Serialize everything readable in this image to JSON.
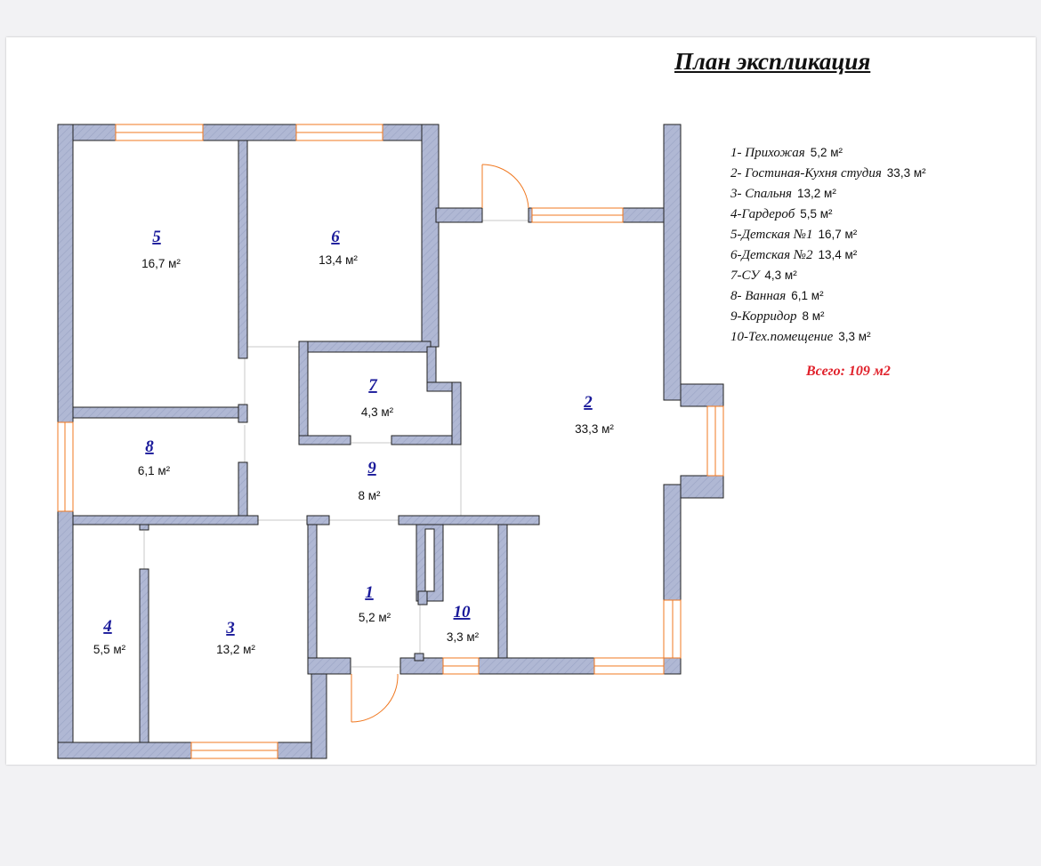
{
  "title": "План экспликация",
  "colors": {
    "wall": "#b0b8d4",
    "wall_stroke": "#222222",
    "window": "#f07820",
    "door": "#f07820",
    "room_number": "#1a1a9a",
    "total": "#e0202a"
  },
  "rooms": [
    {
      "num": "1",
      "area": "5,2 м²"
    },
    {
      "num": "2",
      "area": "33,3 м²"
    },
    {
      "num": "3",
      "area": "13,2 м²"
    },
    {
      "num": "4",
      "area": "5,5 м²"
    },
    {
      "num": "5",
      "area": "16,7 м²"
    },
    {
      "num": "6",
      "area": "13,4 м²"
    },
    {
      "num": "7",
      "area": "4,3 м²"
    },
    {
      "num": "8",
      "area": "6,1 м²"
    },
    {
      "num": "9",
      "area": "8 м²"
    },
    {
      "num": "10",
      "area": "3,3 м²"
    }
  ],
  "legend": [
    {
      "name": "1- Прихожая",
      "area": "5,2 м²"
    },
    {
      "name": "2- Гостиная-Кухня  студия",
      "area": "33,3 м²"
    },
    {
      "name": "3- Спальня",
      "area": "13,2 м²"
    },
    {
      "name": "4-Гардероб",
      "area": "5,5 м²"
    },
    {
      "name": "5-Детская №1",
      "area": "16,7 м²"
    },
    {
      "name": "6-Детская №2",
      "area": "13,4 м²"
    },
    {
      "name": "7-СУ",
      "area": "4,3 м²"
    },
    {
      "name": "8- Ванная",
      "area": "6,1 м²"
    },
    {
      "name": "9-Корридор",
      "area": "8 м²"
    },
    {
      "name": "10-Тех.помещение",
      "area": "3,3 м²"
    }
  ],
  "total": "Всего: 109 м2"
}
